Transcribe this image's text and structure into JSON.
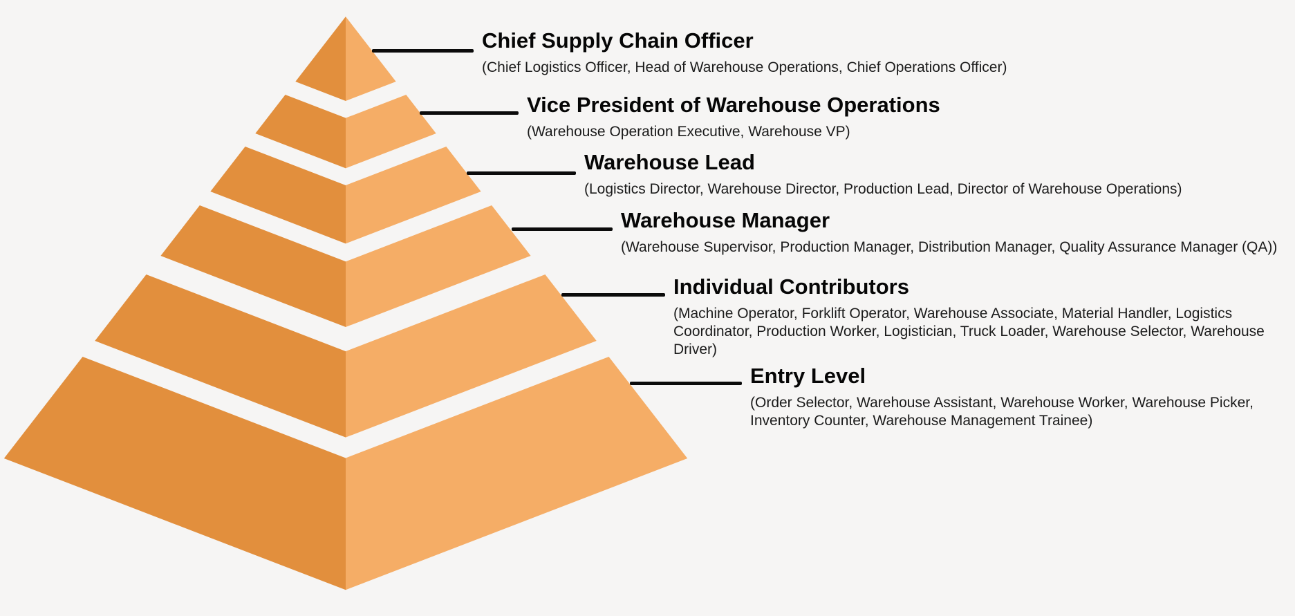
{
  "background_color": "#f6f5f4",
  "pyramid": {
    "left_face_color": "#e28f3d",
    "right_face_color": "#f5ad66",
    "connector_color": "#0b0b0b",
    "levels": [
      {
        "title": "Chief Supply Chain Officer",
        "aka": "(Chief Logistics Officer, Head of Warehouse Operations, Chief Operations Officer)"
      },
      {
        "title": "Vice President of Warehouse Operations",
        "aka": "(Warehouse Operation Executive, Warehouse VP)"
      },
      {
        "title": "Warehouse Lead",
        "aka": "(Logistics Director, Warehouse Director, Production Lead, Director of Warehouse Operations)"
      },
      {
        "title": "Warehouse Manager",
        "aka": "(Warehouse Supervisor, Production Manager, Distribution Manager, Quality Assurance Manager (QA))"
      },
      {
        "title": "Individual Contributors",
        "aka": "(Machine Operator, Forklift Operator, Warehouse Associate, Material Handler, Logistics Coordinator, Production Worker, Logistician, Truck Loader, Warehouse Selector, Warehouse Driver)"
      },
      {
        "title": "Entry Level",
        "aka": "(Order Selector, Warehouse Assistant, Warehouse Worker, Warehouse Picker, Inventory Counter, Warehouse Management Trainee)"
      }
    ]
  }
}
